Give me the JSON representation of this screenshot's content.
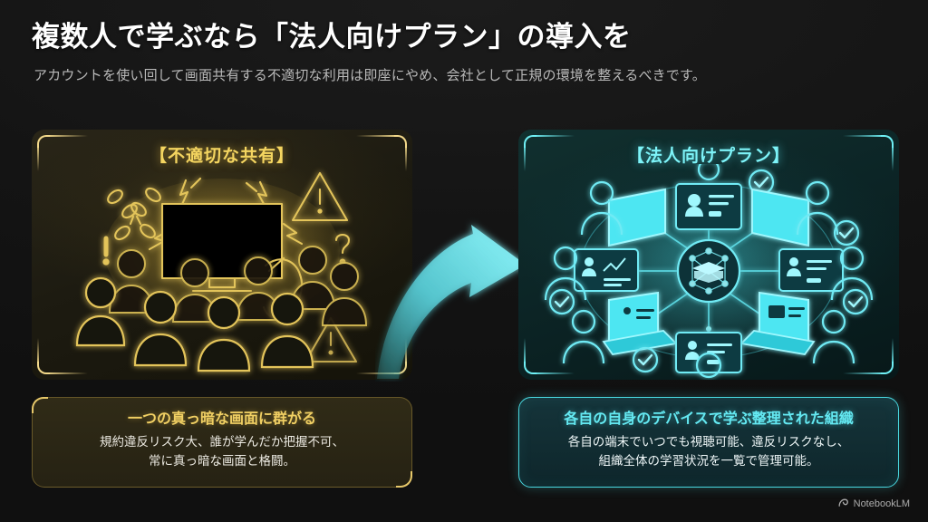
{
  "header": {
    "title": "複数人で学ぶなら「法人向けプラン」の導入を",
    "subtitle": "アカウントを使い回して画面共有する不適切な利用は即座にやめ、会社として正規の環境を整えるべきです。"
  },
  "left_panel": {
    "heading": "【不適切な共有】",
    "caption_title": "一つの真っ暗な画面に群がる",
    "caption_line1": "規約違反リスク大、誰が学んだか把握不可、",
    "caption_line2": "常に真っ暗な画面と格闘。",
    "accent_color": "#f4d560",
    "illustration": "crowd-around-dark-monitor"
  },
  "right_panel": {
    "heading": "【法人向けプラン】",
    "caption_title": "各自の自身のデバイスで学ぶ整理された組織",
    "caption_line1": "各自の端末でいつでも視聴可能、違反リスクなし、",
    "caption_line2": "組織全体の学習状況を一覧で管理可能。",
    "accent_color": "#7df3f8",
    "illustration": "networked-devices-hub"
  },
  "arrow": {
    "name": "curved-right-arrow",
    "color": "#5fe3ea"
  },
  "watermark": {
    "label": "NotebookLM"
  }
}
